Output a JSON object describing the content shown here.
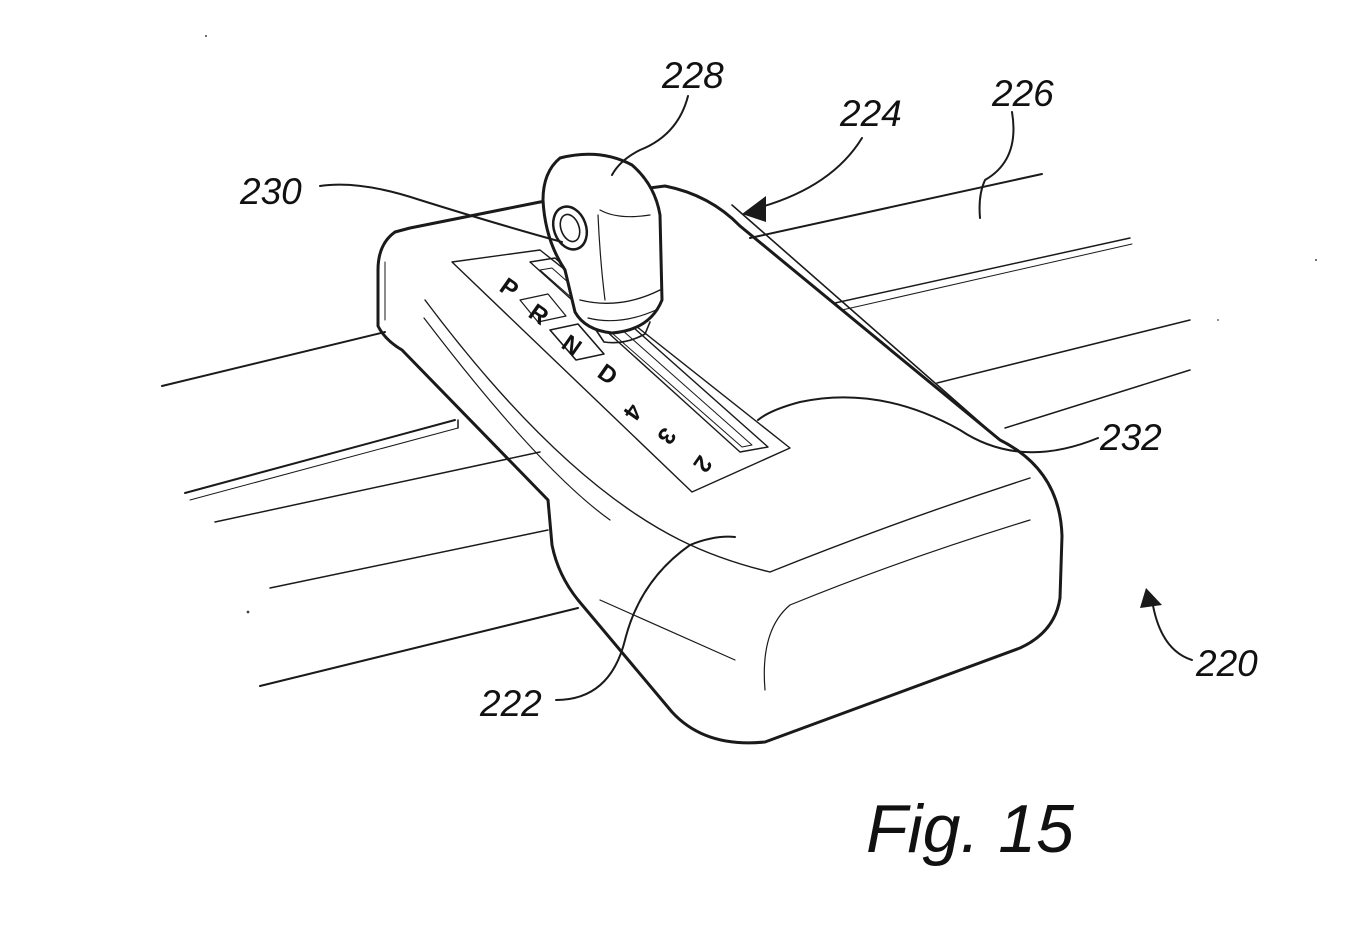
{
  "figure": {
    "caption": "Fig. 15",
    "reference_labels": {
      "r220": "220",
      "r222": "222",
      "r224": "224",
      "r226": "226",
      "r228": "228",
      "r230": "230",
      "r232": "232"
    },
    "gear_positions": {
      "p": "P",
      "r": "R",
      "n": "N",
      "d": "D",
      "g4": "4",
      "g3": "3",
      "g2": "2"
    }
  }
}
